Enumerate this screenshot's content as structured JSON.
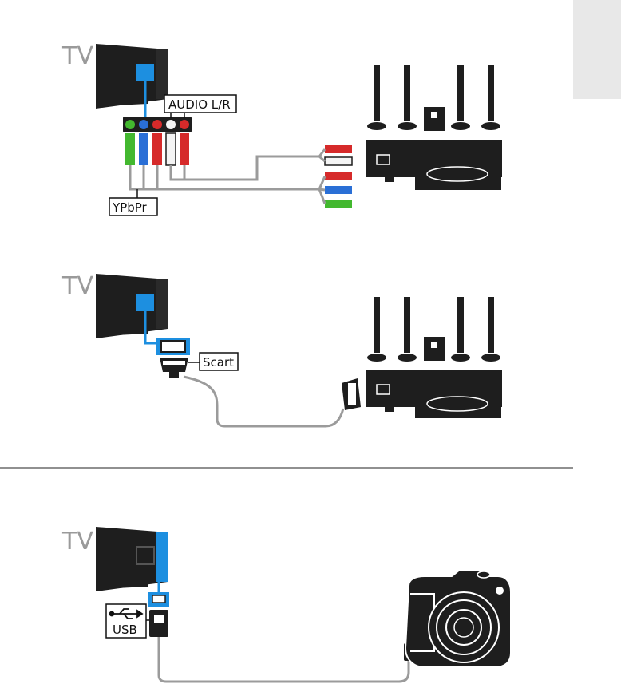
{
  "tab": {
    "color": "#e8e8e8"
  },
  "diagrams": [
    {
      "tv_label": "TV",
      "connector_labels": {
        "audio": "AUDIO L/R",
        "video": "YPbPr"
      },
      "device": "home-theater-system"
    },
    {
      "tv_label": "TV",
      "connector_labels": {
        "scart": "Scart"
      },
      "device": "home-theater-system"
    },
    {
      "tv_label": "TV",
      "connector_labels": {
        "usb": "USB"
      },
      "device": "digital-camera"
    }
  ],
  "colors": {
    "cable": "#9b9b9b",
    "port_blue": "#1d8fe0",
    "green": "#43b82f",
    "blue": "#2a6fd6",
    "red": "#d62a2a",
    "white": "#f4f4f4",
    "dark": "#1e1e1e"
  }
}
